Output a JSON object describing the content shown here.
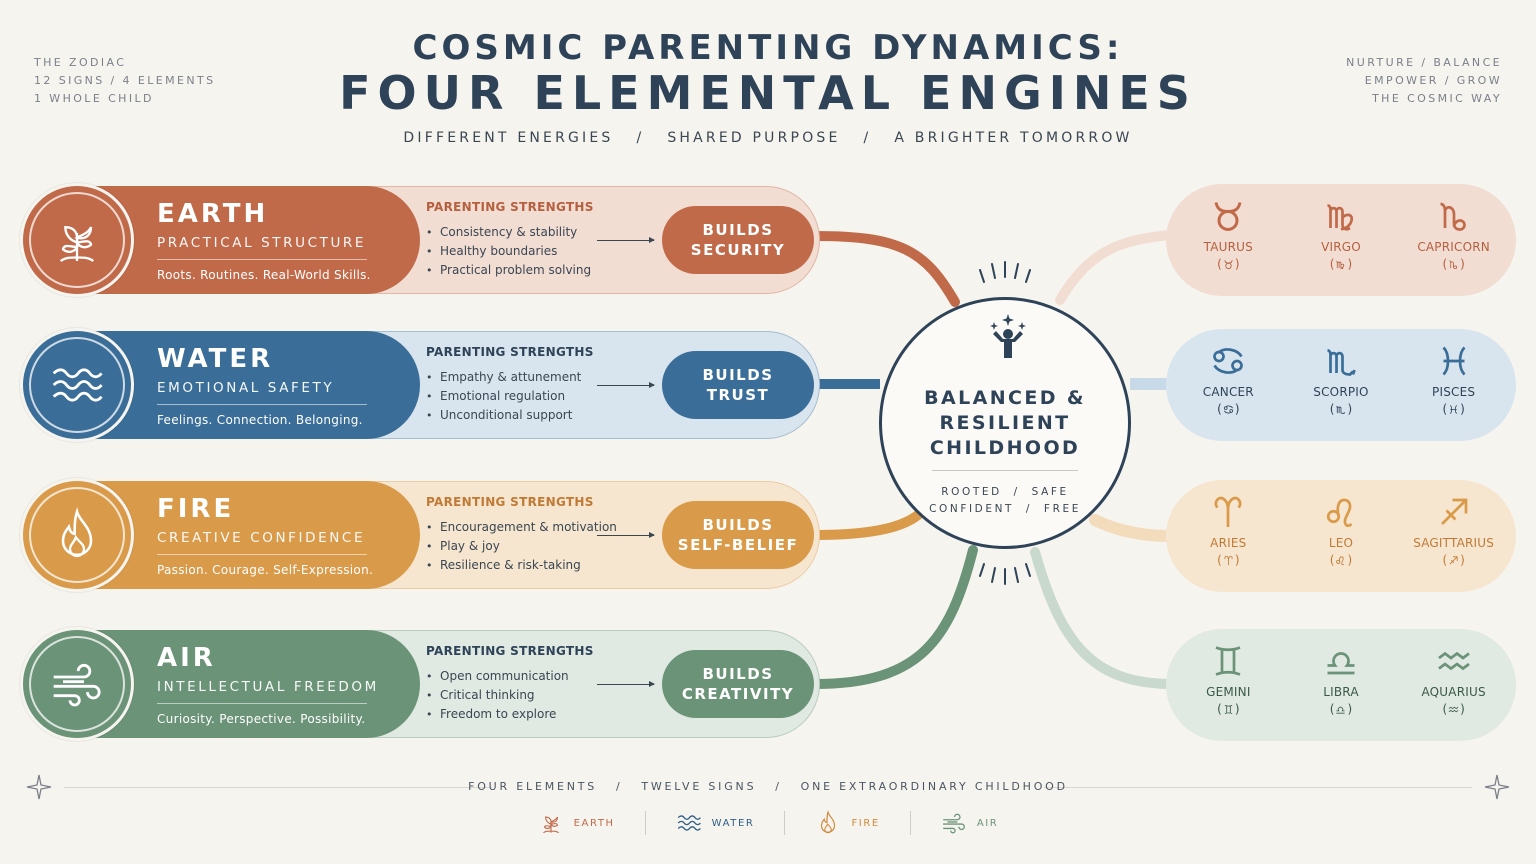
{
  "corner_left": [
    "THE ZODIAC",
    "12 SIGNS  /  4 ELEMENTS",
    "1 WHOLE CHILD"
  ],
  "corner_right": [
    "NURTURE  /  BALANCE",
    "EMPOWER  /  GROW",
    "THE COSMIC WAY"
  ],
  "title_line1": "COSMIC PARENTING DYNAMICS:",
  "title_line2": "FOUR ELEMENTAL ENGINES",
  "subtitle": "DIFFERENT ENERGIES   /   SHARED PURPOSE   /   A BRIGHTER TOMORROW",
  "strengths_heading": "PARENTING STRENGTHS",
  "elements": [
    {
      "name": "EARTH",
      "subtitle": "PRACTICAL STRUCTURE",
      "tagline": "Roots. Routines. Real-World Skills.",
      "strengths": [
        "Consistency & stability",
        "Healthy boundaries",
        "Practical problem solving"
      ],
      "builds": [
        "BUILDS",
        "SECURITY"
      ],
      "icon": "sprout-icon",
      "colors": {
        "dark": "#c06a4a",
        "light": "#f2ddd3",
        "head": "#b5603f",
        "conn": "#c06a4a"
      },
      "signs": [
        {
          "name": "TAURUS",
          "glyph": "taurus"
        },
        {
          "name": "VIRGO",
          "glyph": "virgo"
        },
        {
          "name": "CAPRICORN",
          "glyph": "capricorn"
        }
      ]
    },
    {
      "name": "WATER",
      "subtitle": "EMOTIONAL SAFETY",
      "tagline": "Feelings. Connection. Belonging.",
      "strengths": [
        "Empathy & attunement",
        "Emotional regulation",
        "Unconditional support"
      ],
      "builds": [
        "BUILDS",
        "TRUST"
      ],
      "icon": "waves-icon",
      "colors": {
        "dark": "#3a6e98",
        "light": "#d9e5ee",
        "head": "#2f4358",
        "conn": "#3a6e98"
      },
      "signs": [
        {
          "name": "CANCER",
          "glyph": "cancer"
        },
        {
          "name": "SCORPIO",
          "glyph": "scorpio"
        },
        {
          "name": "PISCES",
          "glyph": "pisces"
        }
      ]
    },
    {
      "name": "FIRE",
      "subtitle": "CREATIVE CONFIDENCE",
      "tagline": "Passion. Courage. Self-Expression.",
      "strengths": [
        "Encouragement & motivation",
        "Play & joy",
        "Resilience & risk-taking"
      ],
      "builds": [
        "BUILDS",
        "SELF-BELIEF"
      ],
      "icon": "flame-icon",
      "colors": {
        "dark": "#d99a4a",
        "light": "#f6e6cf",
        "head": "#c07a35",
        "conn": "#d99a4a"
      },
      "signs": [
        {
          "name": "ARIES",
          "glyph": "aries"
        },
        {
          "name": "LEO",
          "glyph": "leo"
        },
        {
          "name": "SAGITTARIUS",
          "glyph": "sagittarius"
        }
      ]
    },
    {
      "name": "AIR",
      "subtitle": "INTELLECTUAL FREEDOM",
      "tagline": "Curiosity. Perspective. Possibility.",
      "strengths": [
        "Open communication",
        "Critical thinking",
        "Freedom to explore"
      ],
      "builds": [
        "BUILDS",
        "CREATIVITY"
      ],
      "icon": "wind-icon",
      "colors": {
        "dark": "#6b9378",
        "light": "#e0e9e2",
        "head": "#2f4358",
        "conn": "#6b9378"
      },
      "signs": [
        {
          "name": "GEMINI",
          "glyph": "gemini"
        },
        {
          "name": "LIBRA",
          "glyph": "libra"
        },
        {
          "name": "AQUARIUS",
          "glyph": "aquarius"
        }
      ]
    }
  ],
  "center": {
    "title": [
      "BALANCED &",
      "RESILIENT",
      "CHILDHOOD"
    ],
    "sub": [
      "ROOTED  /  SAFE",
      "CONFIDENT  /  FREE"
    ]
  },
  "footer": "FOUR ELEMENTS   /   TWELVE SIGNS   /   ONE EXTRAORDINARY CHILDHOOD",
  "legend": [
    "EARTH",
    "WATER",
    "FIRE",
    "AIR"
  ]
}
